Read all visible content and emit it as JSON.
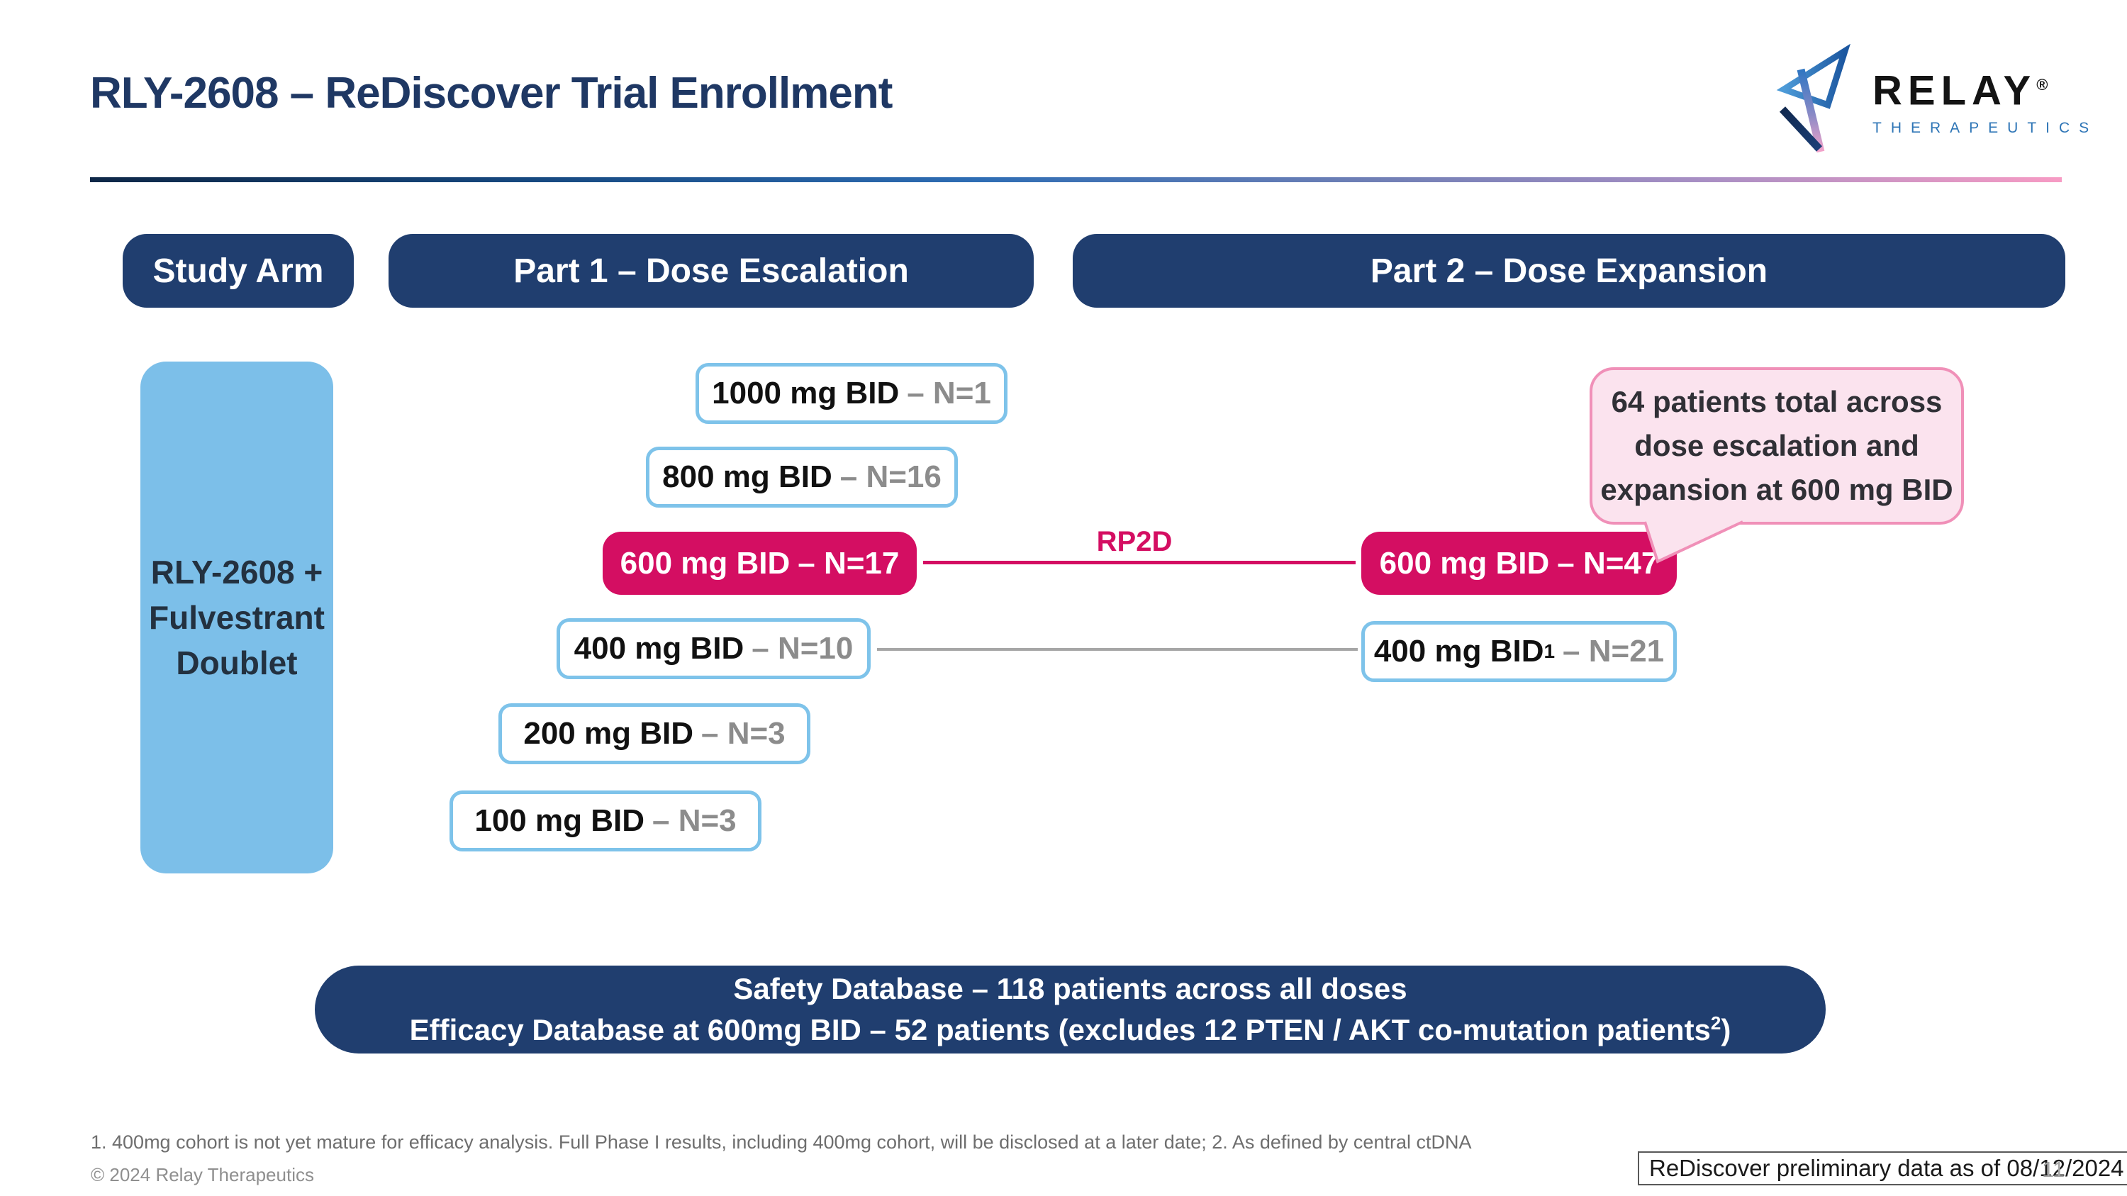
{
  "title": "RLY-2608 – ReDiscover Trial Enrollment",
  "logo": {
    "name": "RELAY",
    "registered": "®",
    "subtitle": "THERAPEUTICS"
  },
  "columns": {
    "study_arm": "Study Arm",
    "part1": "Part 1 – Dose Escalation",
    "part2": "Part 2 – Dose Expansion"
  },
  "study_arm": {
    "line1": "RLY-2608 +",
    "line2": "Fulvestrant",
    "line3": "Doublet"
  },
  "part1": [
    {
      "dose": "1000 mg BID",
      "n": "– N=1"
    },
    {
      "dose": "800 mg BID",
      "n": "– N=16"
    },
    {
      "dose": "600 mg BID",
      "n": "– N=17"
    },
    {
      "dose": "400 mg BID",
      "n": "– N=10"
    },
    {
      "dose": "200 mg BID",
      "n": "– N=3"
    },
    {
      "dose": "100 mg BID",
      "n": "– N=3"
    }
  ],
  "part2": [
    {
      "dose": "600 mg BID",
      "n": "– N=47"
    },
    {
      "dose": "400 mg BID",
      "sup": "1",
      "n": "– N=21"
    }
  ],
  "rp2d": "RP2D",
  "callout": {
    "line1": "64 patients total across",
    "line2": "dose escalation and",
    "line3": "expansion at 600 mg BID"
  },
  "banner": {
    "line1": "Safety Database – 118 patients across all doses",
    "line2_pre": "Efficacy Database at 600mg BID – 52 patients (excludes 12 PTEN / AKT co-mutation patients",
    "line2_sup": "2",
    "line2_post": ")"
  },
  "footnote": "1. 400mg cohort is not yet mature for efficacy analysis. Full Phase I results, including 400mg cohort, will be disclosed at a later date;  2. As defined by central ctDNA",
  "copyright": "© 2024 Relay Therapeutics",
  "data_note": "ReDiscover preliminary data as of 08/12/2024",
  "page_number": "11",
  "colors": {
    "navy": "#203E6F",
    "title_navy": "#1F3864",
    "magenta": "#D40E62",
    "light_blue_fill": "#7CBFE9",
    "box_border_blue": "#7EC3EA",
    "bubble_fill": "#FBE3EE",
    "bubble_border": "#F090B8",
    "n_gray": "#8C8C8C"
  }
}
